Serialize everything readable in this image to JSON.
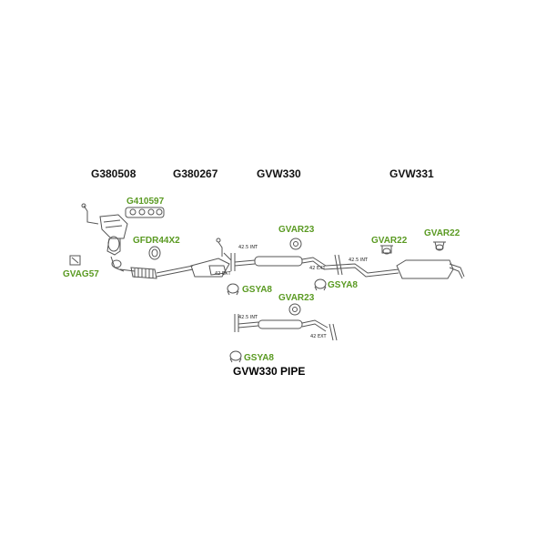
{
  "headers": {
    "g380508": "G380508",
    "g380267": "G380267",
    "gvw330": "GVW330",
    "gvw331": "GVW331"
  },
  "parts": {
    "g410597": "G410597",
    "gfdr44x2": "GFDR44X2",
    "gvag57": "GVAG57",
    "gvar23_a": "GVAR23",
    "gvar22_a": "GVAR22",
    "gvar22_b": "GVAR22",
    "gsya8_a": "GSYA8",
    "gsya8_b": "GSYA8",
    "gvar23_b": "GVAR23",
    "gsya8_c": "GSYA8"
  },
  "notes": {
    "int_a": "42.5 INT",
    "ext_a": "42 EXT",
    "ext_b": "42 EXT",
    "int_b": "42.5 INT",
    "int_c": "42.5 INT",
    "ext_c": "42 EXT"
  },
  "pipe_title": "GVW330 PIPE",
  "colors": {
    "part_label": "#5a9a22",
    "header": "#111111",
    "line": "#555555"
  }
}
